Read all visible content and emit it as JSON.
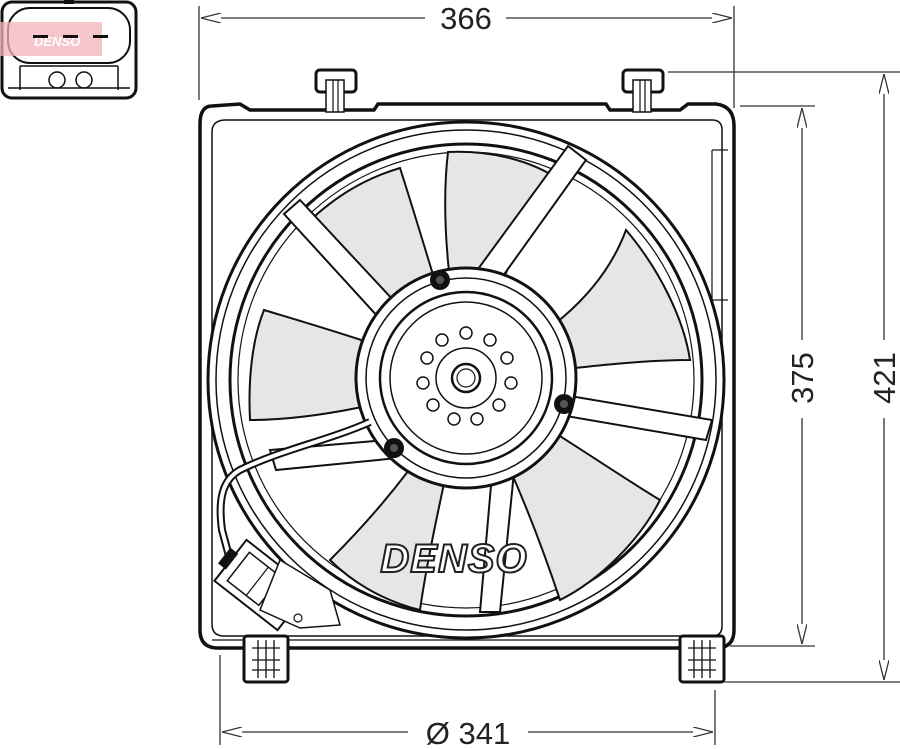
{
  "drawing": {
    "subject": "Radiator cooling fan assembly with shroud",
    "brand_logo": "DENSO",
    "connector_watermark": "DENSO",
    "colors": {
      "line": "#111111",
      "blade_fill": "#e6e6e6",
      "dimension_line": "#333333",
      "watermark_red": "#e0707a",
      "background": "#ffffff"
    }
  },
  "dimensions": {
    "overall_width": {
      "value": "366",
      "orientation": "horizontal",
      "position": "top"
    },
    "fan_diameter": {
      "value": "Ø 341",
      "orientation": "horizontal",
      "position": "bottom"
    },
    "shroud_height": {
      "value": "375",
      "orientation": "vertical",
      "position": "right-inner"
    },
    "overall_height": {
      "value": "421",
      "orientation": "vertical",
      "position": "right-outer"
    }
  },
  "inset": {
    "label": "connector-detail",
    "pin_count": 3
  }
}
